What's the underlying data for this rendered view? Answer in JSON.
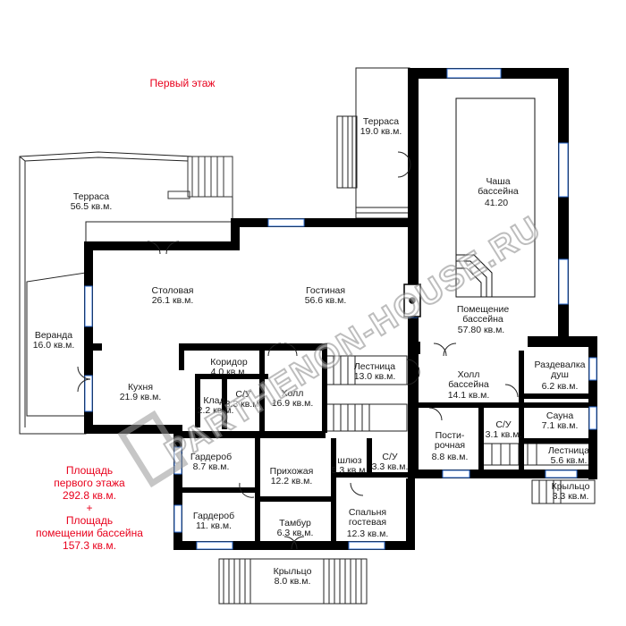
{
  "title": "Первый этаж",
  "rooms": [
    {
      "id": "terrace-main",
      "name": "Терраса",
      "area": "56.5 кв.м."
    },
    {
      "id": "veranda",
      "name": "Веранда",
      "area": "16.0 кв.м."
    },
    {
      "id": "dining",
      "name": "Столовая",
      "area": "26.1 кв.м."
    },
    {
      "id": "living",
      "name": "Гостиная",
      "area": "56.6 кв.м."
    },
    {
      "id": "terrace-pool",
      "name": "Терраса",
      "area": "19.0 кв.м."
    },
    {
      "id": "pool-bowl",
      "name": "Чаша",
      "area": "бассейна"
    },
    {
      "id": "pool-bowl-value",
      "name": "41.20",
      "area": ""
    },
    {
      "id": "pool-room",
      "name": "Помещение",
      "area": "бассейна"
    },
    {
      "id": "pool-room-area",
      "name": "57.80 кв.м.",
      "area": ""
    },
    {
      "id": "kitchen",
      "name": "Кухня",
      "area": "21.9 кв.м."
    },
    {
      "id": "corridor",
      "name": "Коридор",
      "area": "4.0 кв.м."
    },
    {
      "id": "pantry",
      "name": "Клад.",
      "area": "2.2 кв.м."
    },
    {
      "id": "wc1",
      "name": "С/У",
      "area": "3.3 кв.м."
    },
    {
      "id": "hall",
      "name": "Холл",
      "area": "16.9 кв.м."
    },
    {
      "id": "stairs",
      "name": "Лестница",
      "area": "13.0 кв.м."
    },
    {
      "id": "pool-hall",
      "name": "Холл",
      "area": "бассейна"
    },
    {
      "id": "pool-hall-area",
      "name": "14.1 кв.м.",
      "area": ""
    },
    {
      "id": "changing",
      "name": "Раздевалка",
      "area": "душ"
    },
    {
      "id": "changing-area",
      "name": "6.2 кв.м.",
      "area": ""
    },
    {
      "id": "laundry",
      "name": "Пости-",
      "area": "рочная"
    },
    {
      "id": "laundry-area",
      "name": "8.8 кв.м.",
      "area": ""
    },
    {
      "id": "wc2",
      "name": "С/У",
      "area": "3.1 кв.м."
    },
    {
      "id": "sauna",
      "name": "Сауна",
      "area": "7.1 кв.м."
    },
    {
      "id": "wardrobe1",
      "name": "Гардероб",
      "area": "8.7 кв.м."
    },
    {
      "id": "anteroom",
      "name": "Прихожая",
      "area": "12.2 кв.м."
    },
    {
      "id": "airlock",
      "name": "шлюз",
      "area": "5.3 кв.м."
    },
    {
      "id": "wc3",
      "name": "С/У",
      "area": "3.3 кв.м."
    },
    {
      "id": "stairs2",
      "name": "Лестница",
      "area": "5.6 кв.м."
    },
    {
      "id": "porch2",
      "name": "Крыльцо",
      "area": "3.3 кв.м."
    },
    {
      "id": "wardrobe2",
      "name": "Гардероб",
      "area": "11. кв.м."
    },
    {
      "id": "vestibule",
      "name": "Тамбур",
      "area": "6.3 кв.м."
    },
    {
      "id": "guest",
      "name": "Спальня",
      "area": "гостевая"
    },
    {
      "id": "guest-area",
      "name": "12.3 кв.м.",
      "area": ""
    },
    {
      "id": "porch",
      "name": "Крыльцо",
      "area": "8.0 кв.м."
    }
  ],
  "summary": {
    "l1": "Площадь",
    "l2": "первого этажа",
    "l3": "292.8 кв.м.",
    "l4": "+",
    "l5": "Площадь",
    "l6": "помещении бассейна",
    "l7": "157.3 кв.м."
  },
  "watermark": "PARTHENON-HOUSE.RU",
  "colors": {
    "wall": "#000000",
    "title": "#e8001c",
    "window": "#2f6fd6"
  }
}
